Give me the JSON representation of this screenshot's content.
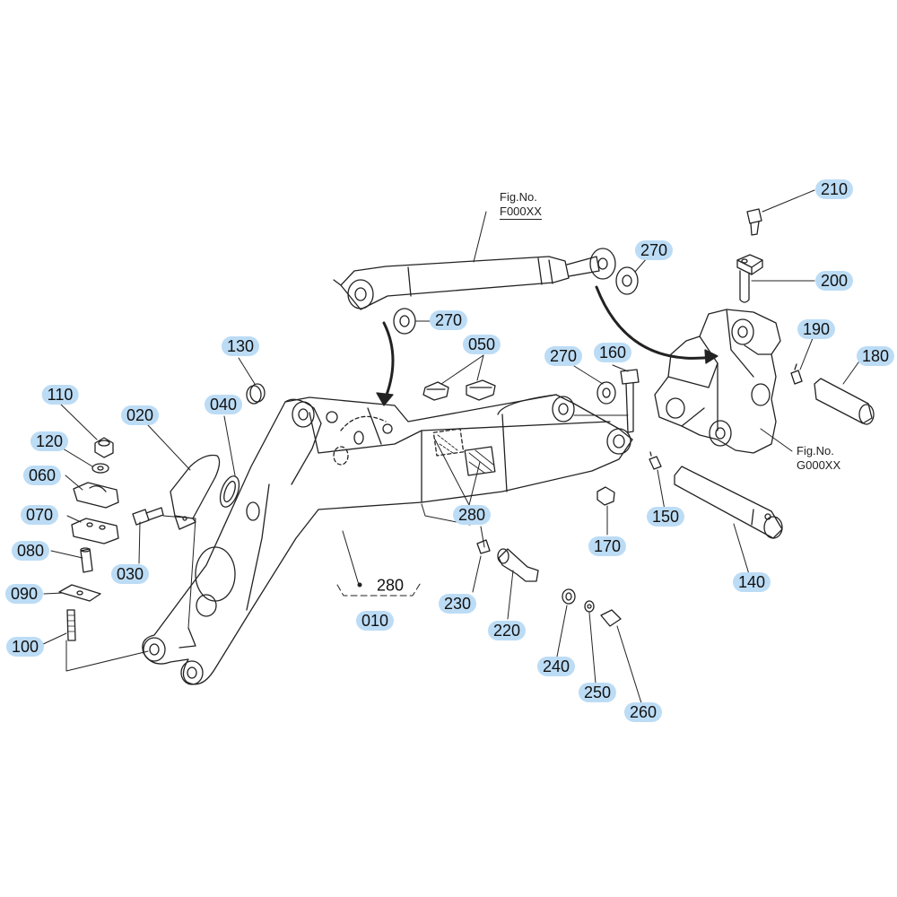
{
  "colors": {
    "label_highlight": "#bcdcf5",
    "line": "#222222",
    "background": "#ffffff"
  },
  "fig_refs": {
    "top": {
      "line1": "Fig.No.",
      "line2": "F000XX"
    },
    "right": {
      "line1": "Fig.No.",
      "line2": "G000XX"
    }
  },
  "labels": {
    "p010": "010",
    "p020": "020",
    "p030": "030",
    "p040": "040",
    "p050": "050",
    "p060": "060",
    "p070": "070",
    "p080": "080",
    "p090": "090",
    "p100": "100",
    "p110": "110",
    "p120": "120",
    "p130": "130",
    "p140": "140",
    "p150": "150",
    "p160": "160",
    "p170": "170",
    "p180": "180",
    "p190": "190",
    "p200": "200",
    "p210": "210",
    "p220": "220",
    "p230": "230",
    "p240": "240",
    "p250": "250",
    "p260": "260",
    "p270a": "270",
    "p270b": "270",
    "p270c": "270",
    "p280a": "280",
    "p280b": "280"
  }
}
